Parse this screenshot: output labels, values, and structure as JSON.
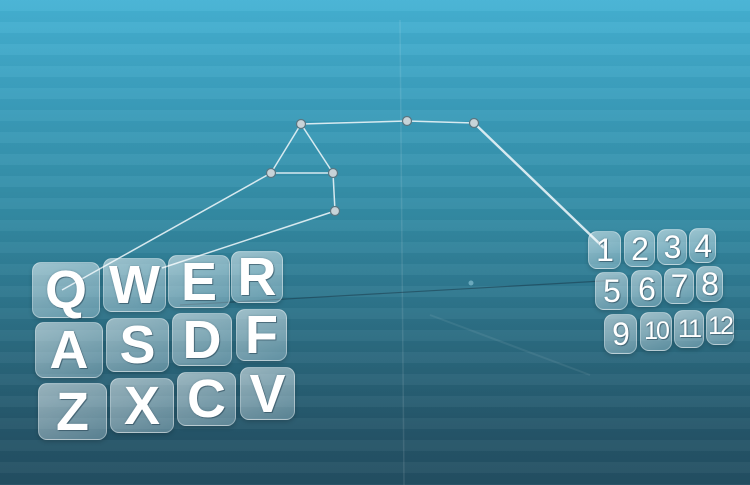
{
  "scene": {
    "background_top": "#45b2d4",
    "background_bottom": "#234f62",
    "line_color": "#e8f3f7",
    "node_color": "#c7d3d8"
  },
  "letter_keyboard": {
    "rows": [
      [
        "Q",
        "W",
        "E",
        "R"
      ],
      [
        "A",
        "S",
        "D",
        "F"
      ],
      [
        "Z",
        "X",
        "C",
        "V"
      ]
    ]
  },
  "number_keypad": {
    "rows": [
      [
        "1",
        "2",
        "3",
        "4"
      ],
      [
        "5",
        "6",
        "7",
        "8"
      ],
      [
        "9",
        "10",
        "11",
        "12"
      ]
    ]
  }
}
